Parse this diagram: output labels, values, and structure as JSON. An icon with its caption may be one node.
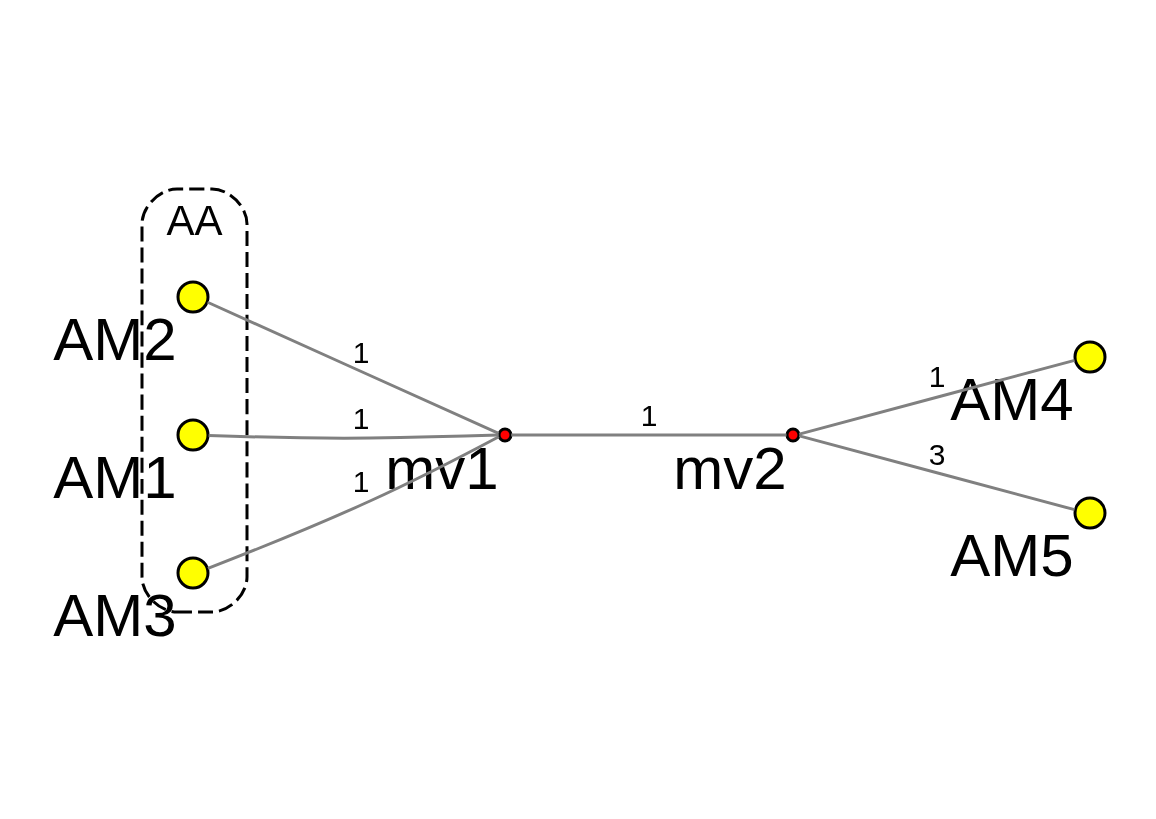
{
  "diagram": {
    "nodes": [
      {
        "text": [
          "AA"
        ]
      },
      {
        "text": [
          "AM2"
        ],
        "in": 0
      },
      {
        "text": [
          "AM1"
        ],
        "in": 0
      },
      {
        "text": [
          "AM3"
        ],
        "in": 0
      },
      {
        "text": [
          "mv1"
        ]
      },
      {
        "text": [
          "mv2"
        ]
      },
      {
        "text": [
          "AM4"
        ]
      },
      {
        "text": [
          "AM5"
        ]
      }
    ],
    "edges": [
      {
        "from": 1,
        "to": 4,
        "arrow": "none",
        "label": "1"
      },
      {
        "from": 2,
        "to": 4,
        "arrow": "none",
        "label": "1"
      },
      {
        "from": 3,
        "to": 4,
        "arrow": "none",
        "label": "1"
      },
      {
        "from": 4,
        "to": 5,
        "arrow": "none",
        "label": "1"
      },
      {
        "from": 5,
        "to": 6,
        "arrow": "none",
        "label": "1"
      },
      {
        "from": 5,
        "to": 7,
        "arrow": "none",
        "label": "3"
      }
    ]
  }
}
